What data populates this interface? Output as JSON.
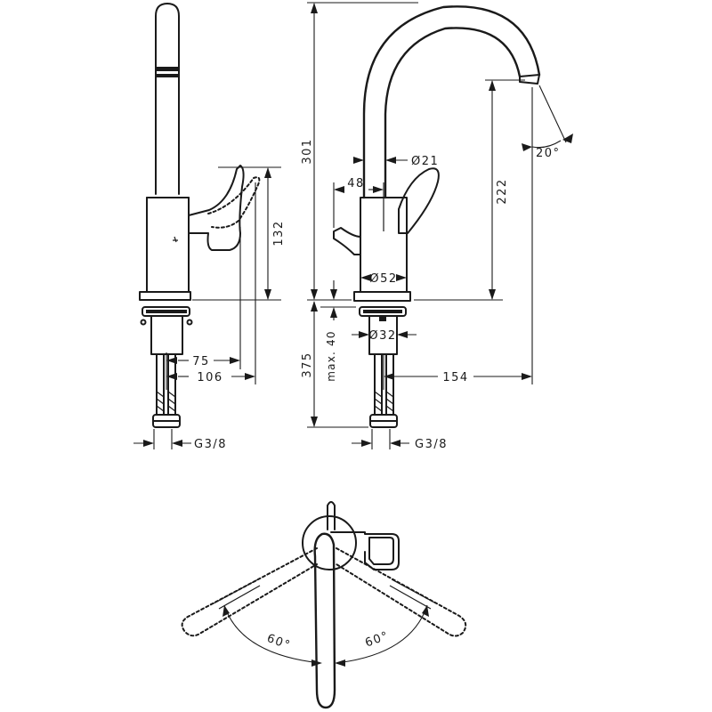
{
  "dimensions": {
    "spout_height_total": "301",
    "spout_reach_height": "222",
    "lever_height": "132",
    "spout_diameter": "Ø21",
    "lever_offset": "48",
    "body_diameter": "Ø52",
    "shank_diameter": "Ø32",
    "counter_top_max": "max. 40",
    "overall_connection_length": "375",
    "spout_projection": "154",
    "lever_reach_75": "75",
    "lever_reach_106": "106",
    "thread_left": "G3/8",
    "thread_right": "G3/8",
    "spout_angle": "20°",
    "swivel_angle_left": "60°",
    "swivel_angle_right": "60°"
  }
}
